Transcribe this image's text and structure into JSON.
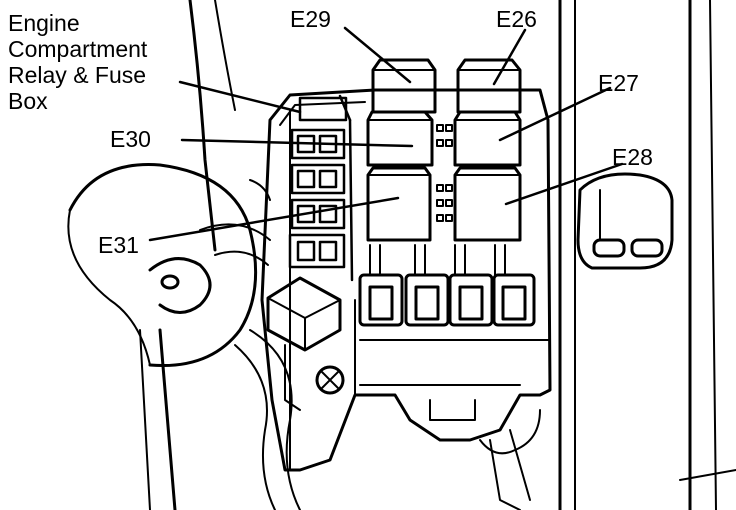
{
  "diagram": {
    "title_lines": [
      "Engine",
      "Compartment",
      "Relay & Fuse",
      "Box"
    ],
    "labels": {
      "e29": "E29",
      "e26": "E26",
      "e27": "E27",
      "e30": "E30",
      "e28": "E28",
      "e31": "E31"
    },
    "line_color": "#000000",
    "background_color": "#ffffff"
  }
}
